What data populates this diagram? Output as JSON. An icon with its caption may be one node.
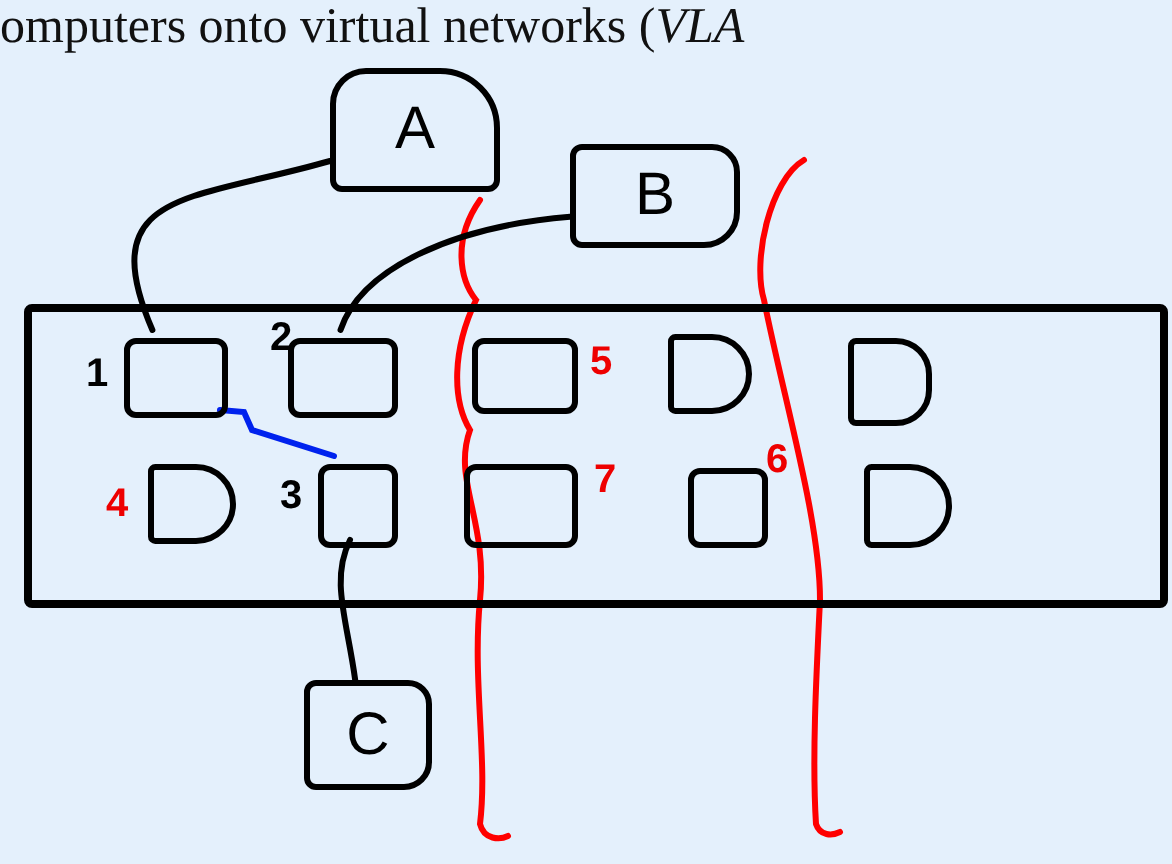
{
  "diagram": {
    "nodes": [
      {
        "text": [
          "A"
        ]
      },
      {
        "text": [
          "B"
        ]
      },
      {
        "text": [],
        "shape": "box"
      },
      {
        "text": [],
        "shape": "box",
        "in": 2,
        "beside": [
          "1"
        ]
      },
      {
        "text": [],
        "shape": "box",
        "in": 2,
        "beside": [
          "2"
        ]
      },
      {
        "text": [],
        "shape": "box",
        "in": 2,
        "beside": [
          "5"
        ]
      },
      {
        "text": [],
        "shape": "box",
        "in": 2
      },
      {
        "text": [],
        "shape": "box",
        "in": 2
      },
      {
        "text": [],
        "shape": "box",
        "in": 2,
        "beside": [
          "4"
        ]
      },
      {
        "text": [],
        "shape": "box",
        "in": 2,
        "beside": [
          "3"
        ]
      },
      {
        "text": [],
        "shape": "box",
        "in": 2,
        "beside": [
          "7"
        ]
      },
      {
        "text": [],
        "shape": "box",
        "in": 2,
        "beside": [
          "6"
        ]
      },
      {
        "text": [],
        "shape": "box",
        "in": 2
      },
      {
        "text": [
          "C"
        ]
      }
    ],
    "edges": [
      {
        "from": 0,
        "to": 3,
        "arrow": "none"
      },
      {
        "from": 1,
        "to": 4,
        "arrow": "none"
      },
      {
        "from": 13,
        "to": 9,
        "arrow": "none"
      },
      {
        "from": 3,
        "to": 9,
        "arrow": "none",
        "color": "#0022ee"
      }
    ],
    "labels": [
      "omputers onto virtual networks (*VLA*"
    ]
  }
}
